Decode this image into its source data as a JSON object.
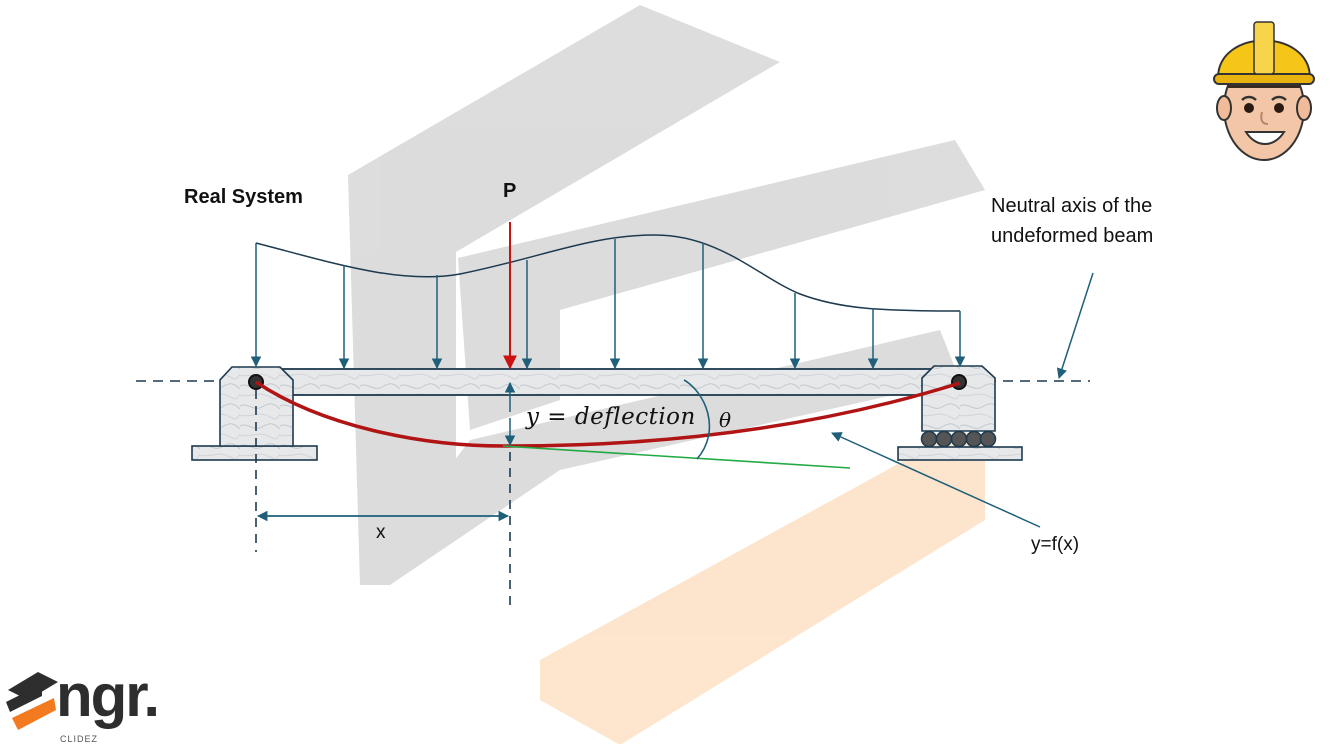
{
  "diagram": {
    "title": "Real System",
    "point_load_label": "P",
    "neutral_axis_label_line1": "Neutral axis of the",
    "neutral_axis_label_line2": "undeformed beam",
    "deflection_label": "y = deflection",
    "slope_label": "θ",
    "position_label": "x",
    "curve_label": "y=f(x)",
    "colors": {
      "beam_fill": "#e4e6e8",
      "outline": "#1d3a4f",
      "distributed_load": "#1f5f7a",
      "point_load": "#cc1111",
      "deflected_shape": "#b01414",
      "tangent_line": "#22aa44",
      "watermark_gray": "#d6d6d6",
      "watermark_orange": "#fde3c8"
    }
  },
  "logo": {
    "text": "ngr.",
    "subtext": "CLIDEZ",
    "icon": "engr-logo-icon"
  },
  "avatar": {
    "icon": "engineer-avatar-icon",
    "helmet_color": "#f5c518"
  }
}
